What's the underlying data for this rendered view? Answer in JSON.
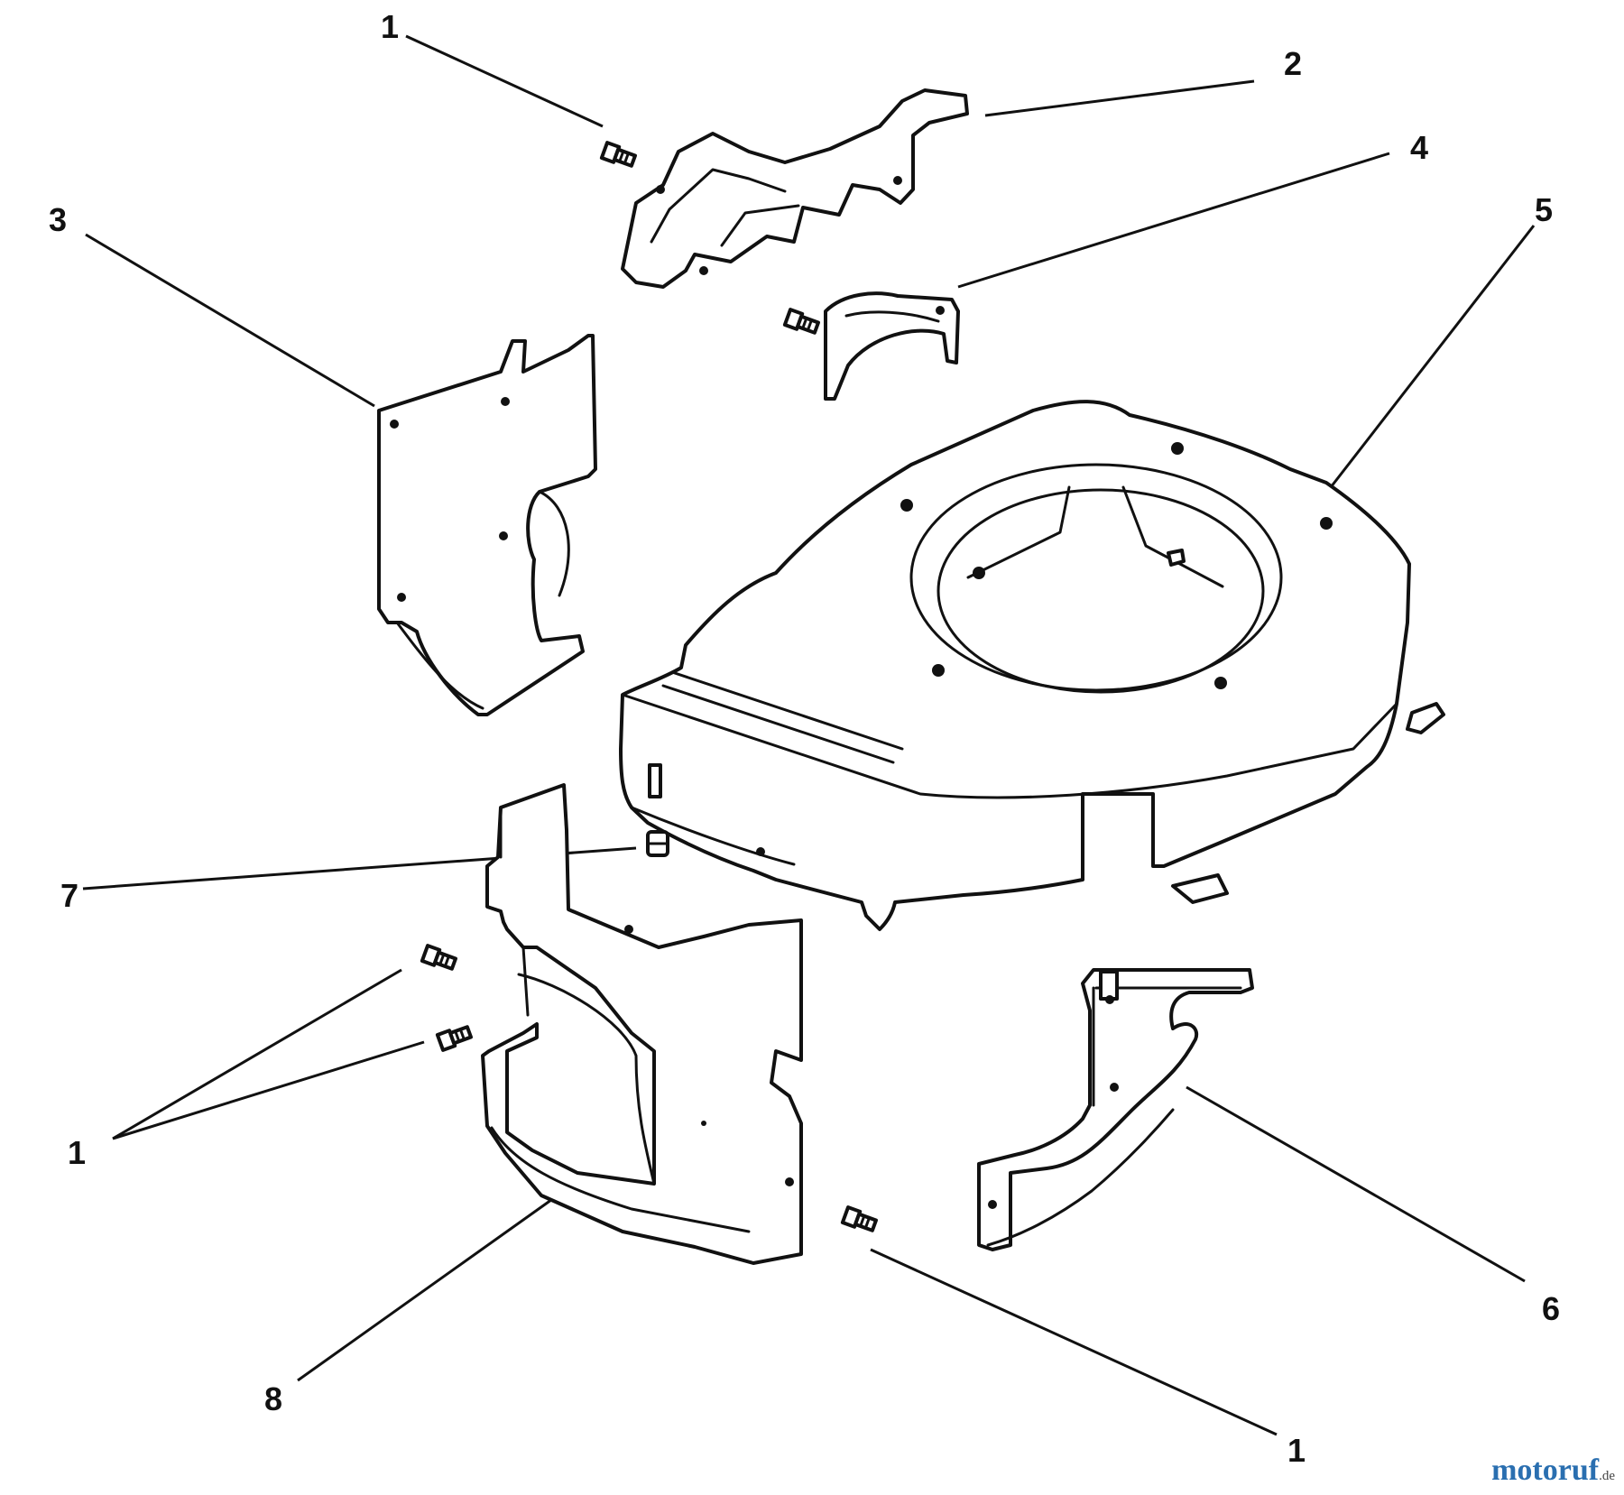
{
  "callouts": [
    {
      "id": "c1a",
      "label": "1"
    },
    {
      "id": "c2",
      "label": "2"
    },
    {
      "id": "c3",
      "label": "3"
    },
    {
      "id": "c4",
      "label": "4"
    },
    {
      "id": "c5",
      "label": "5"
    },
    {
      "id": "c7",
      "label": "7"
    },
    {
      "id": "c1b",
      "label": "1"
    },
    {
      "id": "c8",
      "label": "8"
    },
    {
      "id": "c6",
      "label": "6"
    },
    {
      "id": "c1c",
      "label": "1"
    }
  ],
  "watermark": {
    "main": "motoruf",
    "tld": ".de"
  },
  "colors": {
    "line": "#111111",
    "background": "#ffffff",
    "watermark": "#2a6fb0"
  }
}
